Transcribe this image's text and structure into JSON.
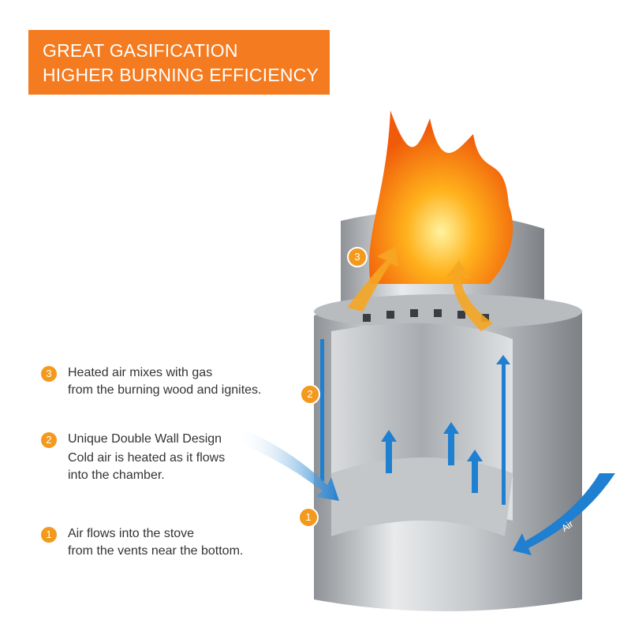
{
  "banner": {
    "line1": "GREAT GASIFICATION",
    "line2": "HIGHER BURNING EFFICIENCY",
    "color": "#f47b20"
  },
  "features": [
    {
      "number": "3",
      "lines": [
        "Heated air mixes with gas",
        "from the burning wood and ignites."
      ]
    },
    {
      "number": "2",
      "lines": [
        "Unique Double Wall Design",
        "Cold air is heated as it flows",
        "into the chamber."
      ]
    },
    {
      "number": "1",
      "lines": [
        "Air flows into the stove",
        "from the vents near the bottom."
      ]
    }
  ],
  "diagram": {
    "markers": [
      "3",
      "2",
      "1"
    ],
    "air_label": "Air"
  }
}
